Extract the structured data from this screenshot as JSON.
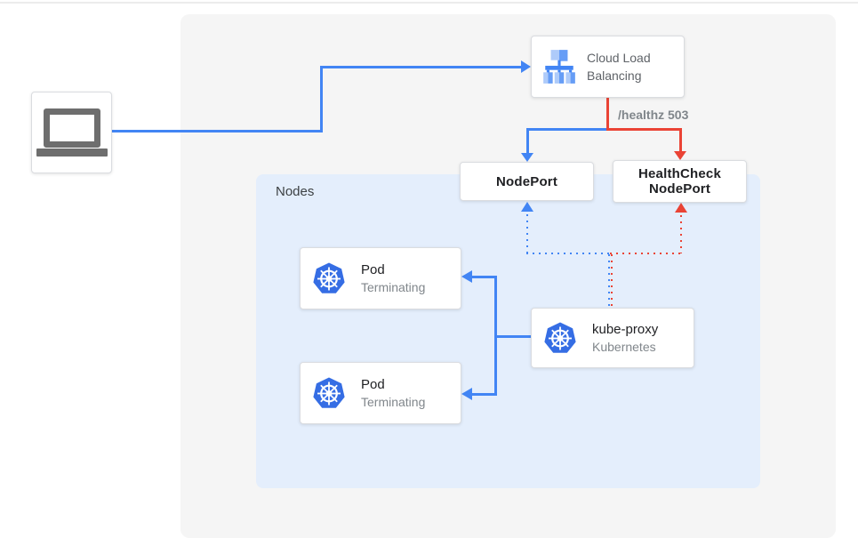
{
  "page": {
    "title": "Kubernetes load balancer health check diagram"
  },
  "colors": {
    "blue": "#4285f4",
    "red": "#ea4335",
    "panel_bg": "#f5f5f5",
    "nodes_bg": "#e4eefc",
    "box_border": "#dadce0",
    "text_dark": "#202124",
    "text_gray": "#80868b",
    "label_gray": "#5f6368",
    "icon_gray": "#6e6e6e",
    "k8s_blue": "#356de4",
    "lb_light": "#aecbfa",
    "lb_mid": "#669df6",
    "lb_dark": "#4285f4"
  },
  "client": {
    "icon": "laptop-icon"
  },
  "load_balancer": {
    "line1": "Cloud Load",
    "line2": "Balancing",
    "icon": "cloud-load-balancer-icon"
  },
  "edge_labels": {
    "healthz": "/healthz 503"
  },
  "nodeport": {
    "label": "NodePort"
  },
  "healthcheck_nodeport": {
    "line1": "HealthCheck",
    "line2": "NodePort"
  },
  "nodes_group": {
    "label": "Nodes"
  },
  "pods": [
    {
      "title": "Pod",
      "status": "Terminating",
      "icon": "kubernetes-icon"
    },
    {
      "title": "Pod",
      "status": "Terminating",
      "icon": "kubernetes-icon"
    }
  ],
  "kube_proxy": {
    "title": "kube-proxy",
    "subtitle": "Kubernetes",
    "icon": "kubernetes-icon"
  }
}
